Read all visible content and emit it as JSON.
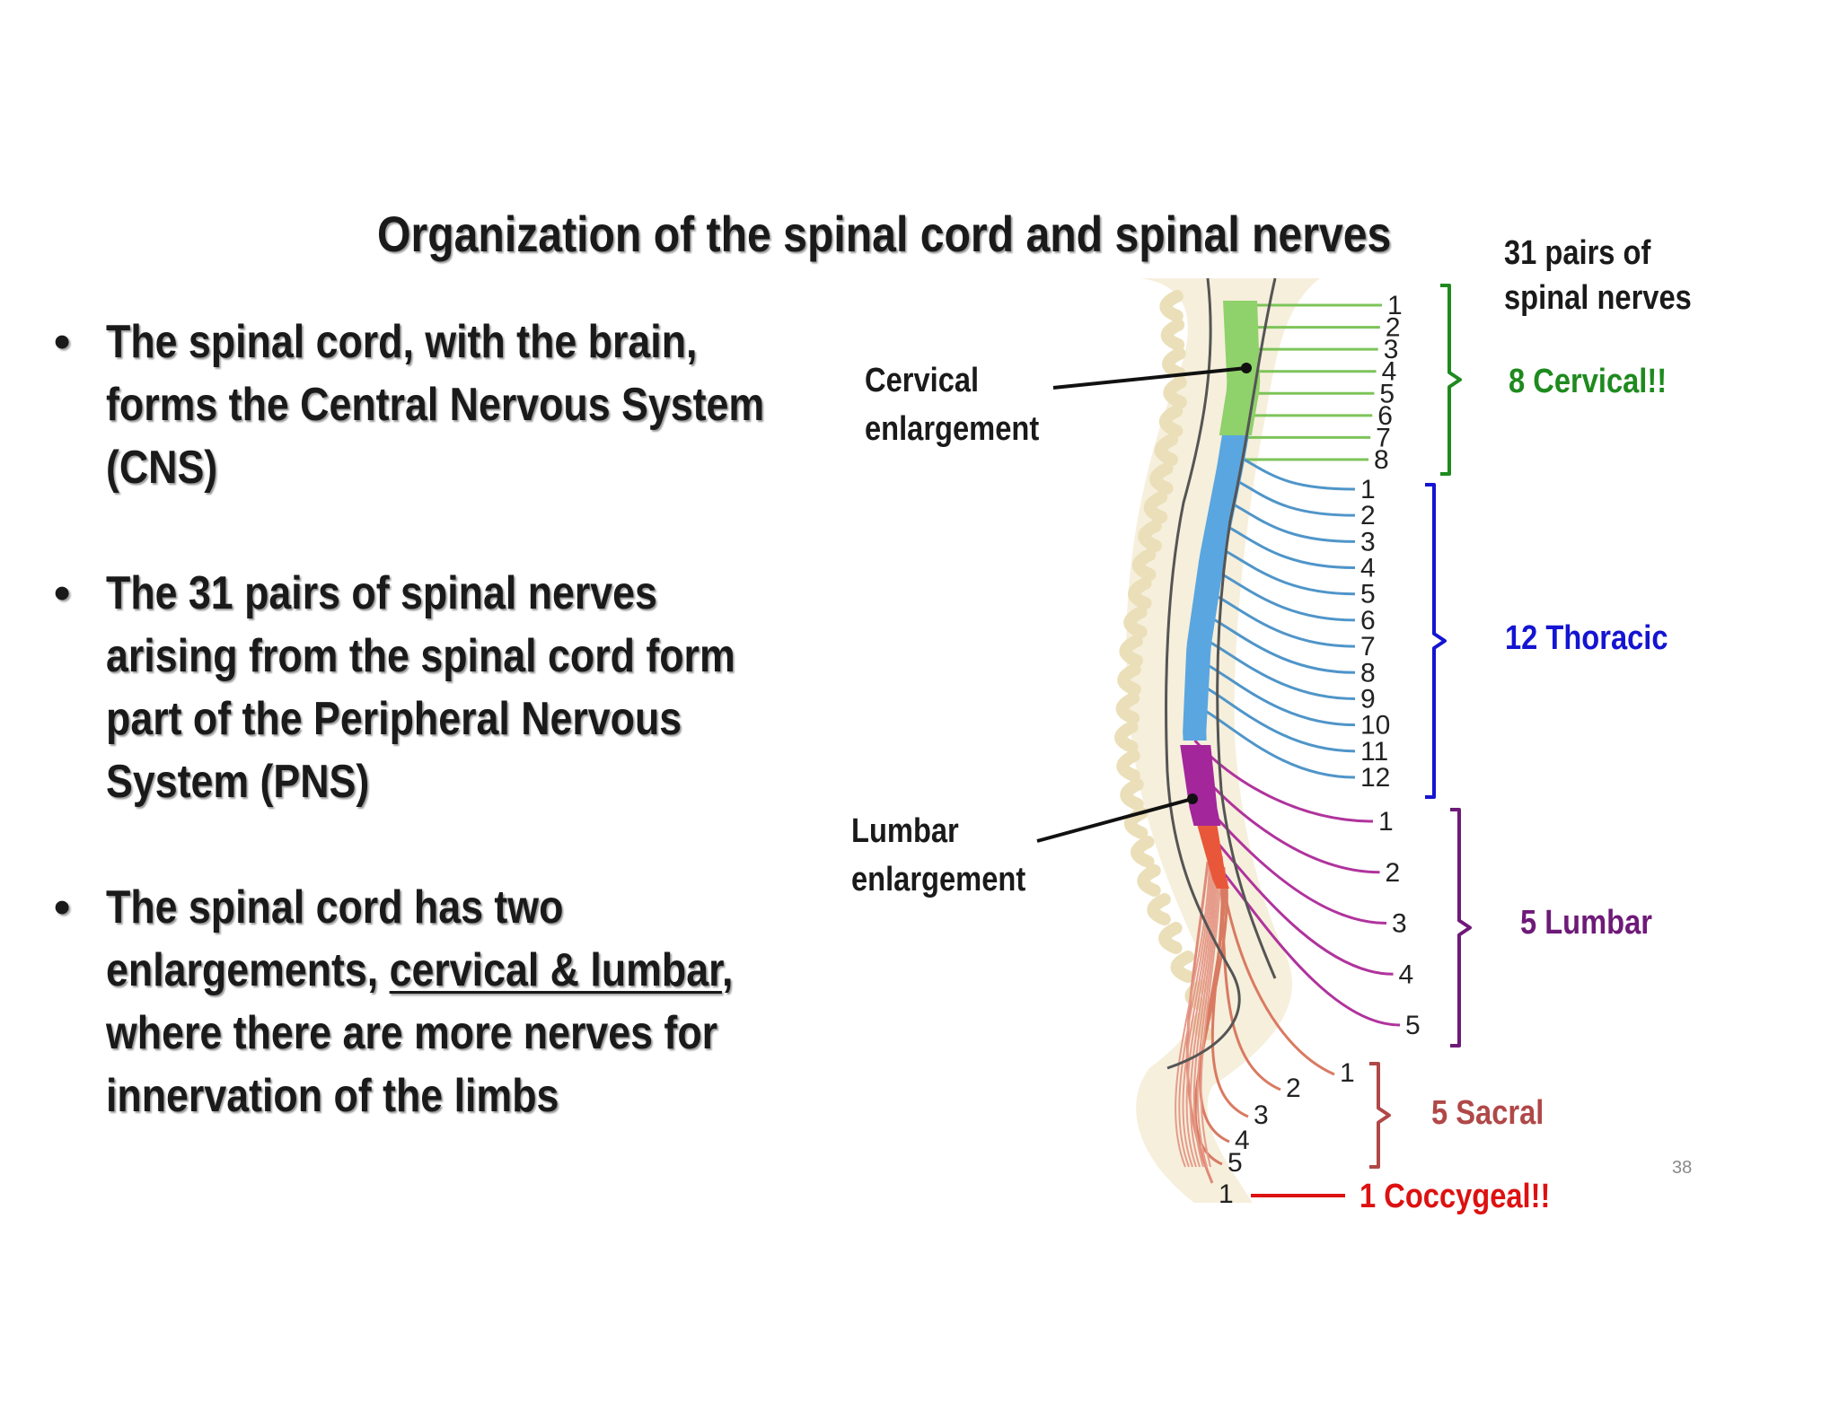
{
  "title": "Organization of the spinal cord and spinal nerves",
  "bullets": [
    {
      "lines": [
        "The spinal cord, with the brain,",
        "forms the Central Nervous System",
        "(CNS)"
      ]
    },
    {
      "lines": [
        "The 31 pairs of spinal nerves",
        "arising from the spinal cord form",
        "part of the Peripheral Nervous",
        "System (PNS)"
      ]
    },
    {
      "line1": "The spinal cord has two",
      "line2_prefix": "enlargements, ",
      "line2_underlined": "cervical & lumbar",
      "line2_suffix": ",",
      "line3": "where there are more nerves for",
      "line4": "innervation of the limbs"
    }
  ],
  "bullet_symbol": "•",
  "diagram": {
    "labels": {
      "cervical_enlargement": [
        "Cervical",
        "enlargement"
      ],
      "lumbar_enlargement": [
        "Lumbar",
        "enlargement"
      ],
      "total_pairs": [
        "31 pairs of",
        "spinal nerves"
      ]
    },
    "groups": {
      "cervical": {
        "label": "8 Cervical!!",
        "color": "#1e8a1e",
        "numbers": [
          "1",
          "2",
          "3",
          "4",
          "5",
          "6",
          "7",
          "8"
        ]
      },
      "thoracic": {
        "label": "12 Thoracic",
        "color": "#1414d2",
        "numbers": [
          "1",
          "2",
          "3",
          "4",
          "5",
          "6",
          "7",
          "8",
          "9",
          "10",
          "11",
          "12"
        ]
      },
      "lumbar": {
        "label": "5 Lumbar",
        "color": "#6e1a78",
        "numbers": [
          "1",
          "2",
          "3",
          "4",
          "5"
        ]
      },
      "sacral": {
        "label": "5 Sacral",
        "color": "#b04848",
        "numbers": [
          "1",
          "2",
          "3",
          "4",
          "5"
        ]
      },
      "coccygeal": {
        "label": "1 Coccygeal!!",
        "color": "#dd1111",
        "numbers": [
          "1"
        ]
      }
    }
  },
  "page_number": "38"
}
